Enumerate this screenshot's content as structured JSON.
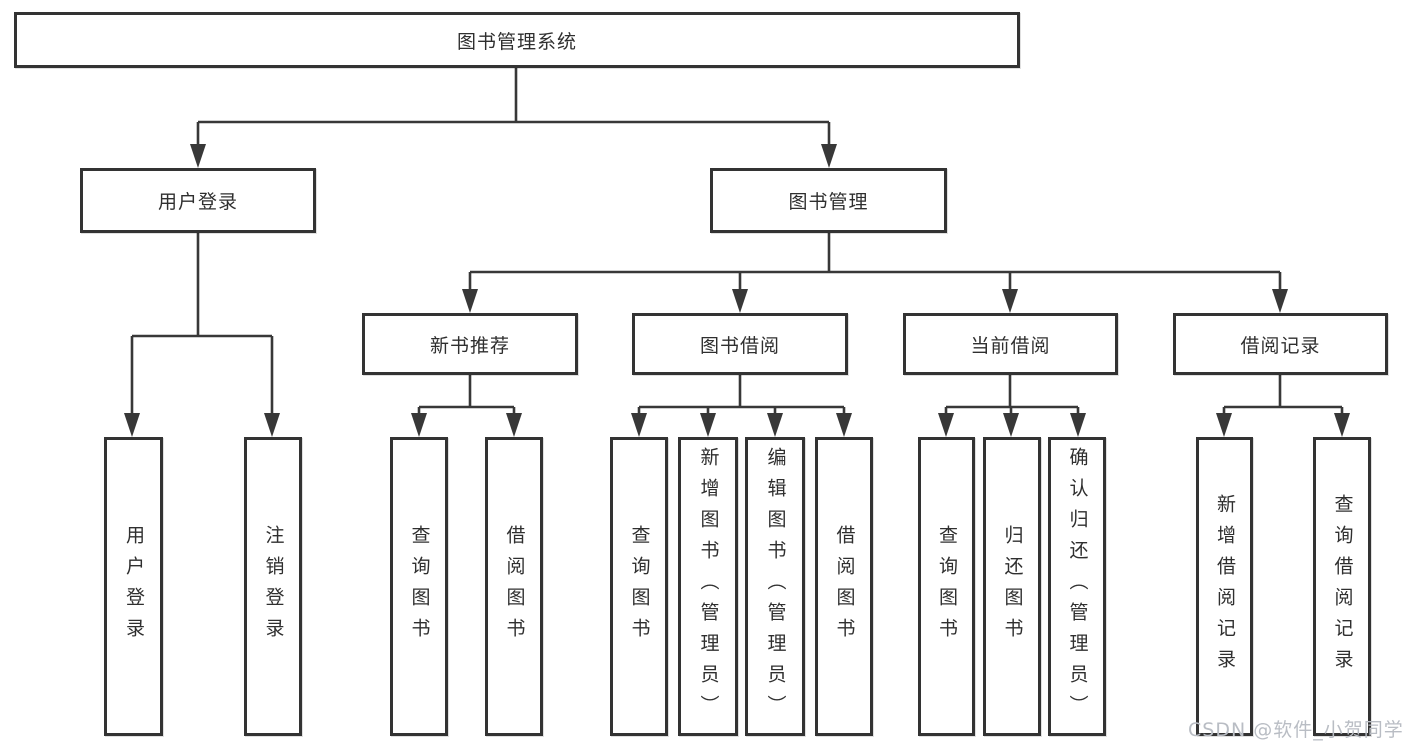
{
  "diagram": {
    "title": "图书管理系统",
    "watermark": "CSDN @软件_小贺同学",
    "colors": {
      "line": "#383838",
      "box_border": "#333333",
      "box_background": "#ffffff",
      "text": "#2f2f2f",
      "watermark_text": "#b9bdc4"
    },
    "nodes": {
      "root": {
        "label": "图书管理系统"
      },
      "user_login": {
        "label": "用户登录"
      },
      "book_mgmt": {
        "label": "图书管理"
      },
      "new_book_rec": {
        "label": "新书推荐"
      },
      "book_borrow": {
        "label": "图书借阅"
      },
      "current_borrow": {
        "label": "当前借阅"
      },
      "borrow_records": {
        "label": "借阅记录"
      },
      "leaf_user_login": {
        "label": "用户登录"
      },
      "leaf_logout": {
        "label": "注销登录"
      },
      "leaf_nb_query": {
        "label": "查询图书"
      },
      "leaf_nb_borrow": {
        "label": "借阅图书"
      },
      "leaf_bb_query": {
        "label": "查询图书"
      },
      "leaf_bb_add": {
        "label": "新增图书（管理员）"
      },
      "leaf_bb_edit": {
        "label": "编辑图书（管理员）"
      },
      "leaf_bb_borrow": {
        "label": "借阅图书"
      },
      "leaf_cb_query": {
        "label": "查询图书"
      },
      "leaf_cb_return": {
        "label": "归还图书"
      },
      "leaf_cb_confirm": {
        "label": "确认归还（管理员）"
      },
      "leaf_br_add": {
        "label": "新增借阅记录"
      },
      "leaf_br_query": {
        "label": "查询借阅记录"
      }
    },
    "edges": [
      "root->user_login",
      "root->book_mgmt",
      "user_login->leaf_user_login",
      "user_login->leaf_logout",
      "book_mgmt->new_book_rec",
      "book_mgmt->book_borrow",
      "book_mgmt->current_borrow",
      "book_mgmt->borrow_records",
      "new_book_rec->leaf_nb_query",
      "new_book_rec->leaf_nb_borrow",
      "book_borrow->leaf_bb_query",
      "book_borrow->leaf_bb_add",
      "book_borrow->leaf_bb_edit",
      "book_borrow->leaf_bb_borrow",
      "current_borrow->leaf_cb_query",
      "current_borrow->leaf_cb_return",
      "current_borrow->leaf_cb_confirm",
      "borrow_records->leaf_br_add",
      "borrow_records->leaf_br_query"
    ]
  }
}
